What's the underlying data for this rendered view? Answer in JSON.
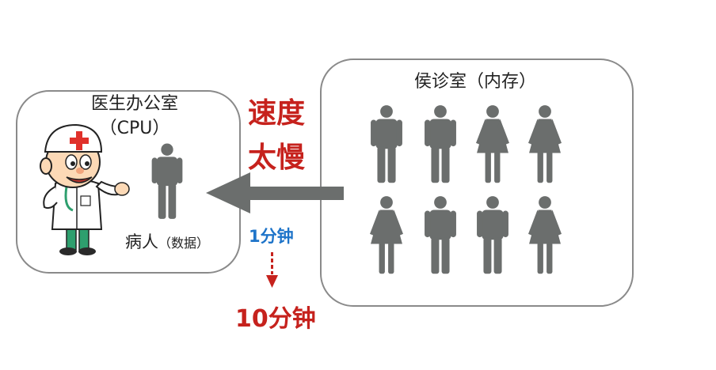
{
  "office": {
    "title": "医生办公室",
    "subtitle": "（CPU）"
  },
  "waiting_room": {
    "title": "侯诊室（内存）"
  },
  "patient": {
    "label": "病人",
    "note": "（数据）"
  },
  "speed_label": {
    "line1": "速度",
    "line2": "太慢"
  },
  "time": {
    "fast": "1分钟",
    "slow": "10分钟"
  },
  "colors": {
    "figure": "#6b6e6d",
    "red": "#c6221d",
    "blue": "#1e74c9",
    "border": "#8a8a8a"
  },
  "waiting_people": [
    "man",
    "man",
    "woman",
    "woman",
    "woman",
    "man",
    "man",
    "woman"
  ]
}
